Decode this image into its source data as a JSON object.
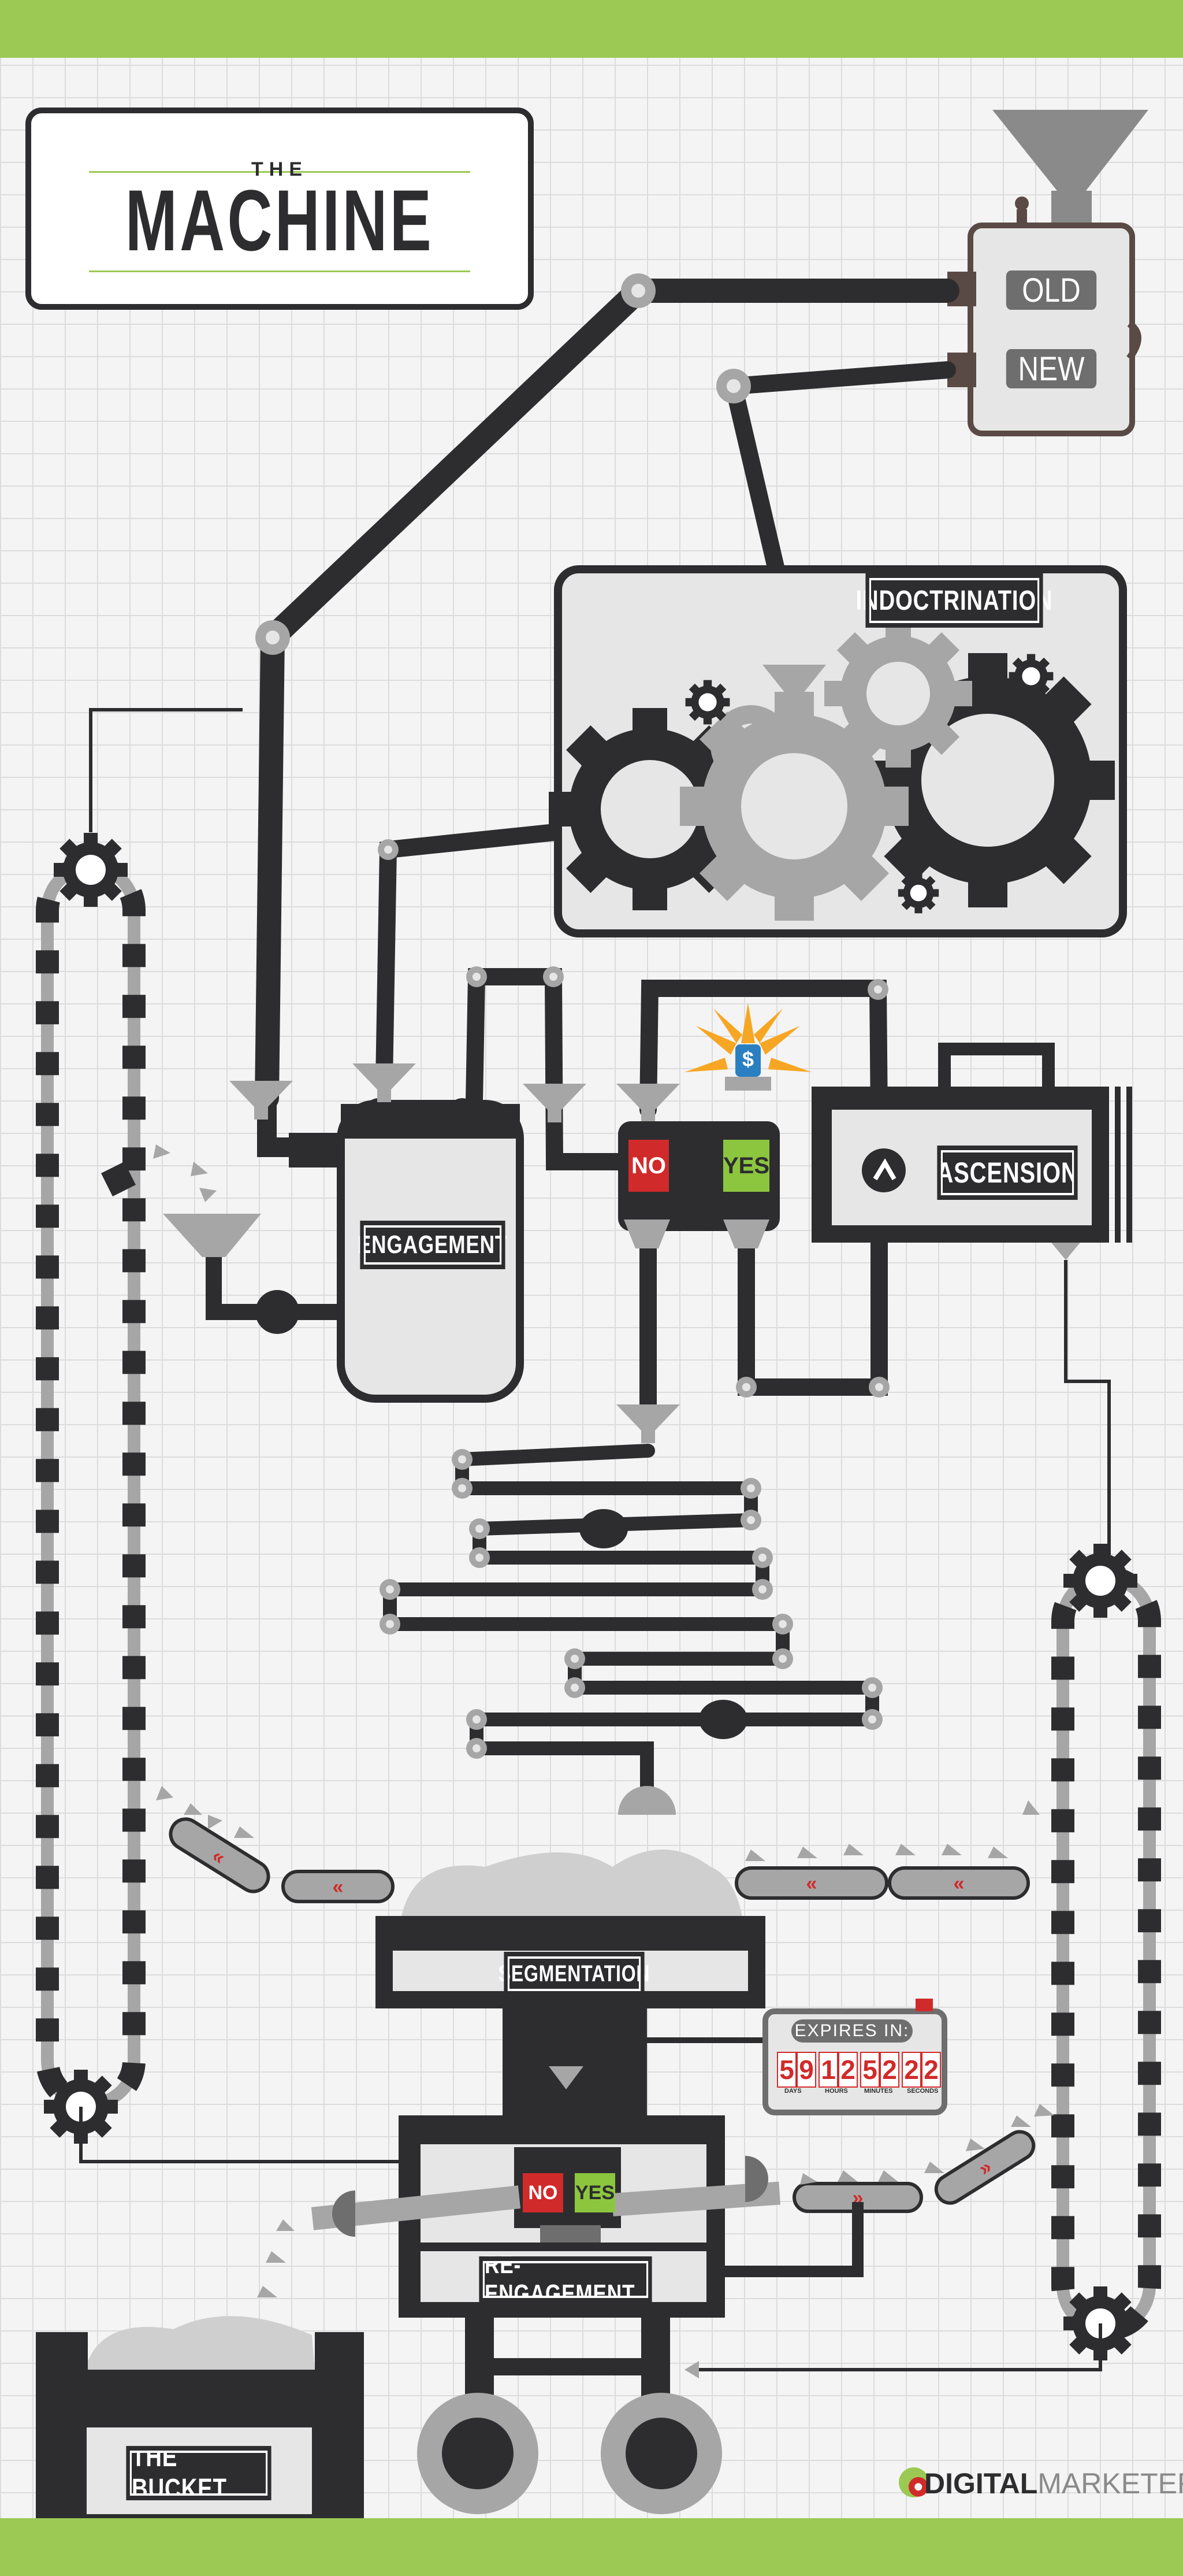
{
  "title": {
    "small": "THE",
    "main": "MACHINE"
  },
  "hopper": {
    "button_old": "OLD",
    "button_new": "NEW"
  },
  "stages": {
    "indoctrination": "INDOCTRINATION",
    "engagement": "ENGAGEMENT",
    "ascension": "ASCENSION",
    "segmentation": "SEGMENTATION",
    "re_engagement": "RE-ENGAGEMENT",
    "the_bucket": "THE BUCKET"
  },
  "decision_top": {
    "no": "NO",
    "yes": "YES",
    "alarm_icon": "dollar-siren-icon",
    "alarm_symbol": "$"
  },
  "decision_bottom": {
    "no": "NO",
    "yes": "YES"
  },
  "timer": {
    "heading": "EXPIRES IN:",
    "digits": [
      "5",
      "9",
      "1",
      "2",
      "5",
      "2",
      "2",
      "2"
    ],
    "units": [
      "DAYS",
      "HOURS",
      "MINUTES",
      "SECONDS"
    ]
  },
  "brand": {
    "bold": "DIGITAL",
    "light": "MARKETER",
    "logo_icon": "digitalmarketer-gear-logo-icon"
  },
  "colors": {
    "band": "#9bc954",
    "dark": "#2d2d2f",
    "gray": "#a6a6a6",
    "light": "#e6e6e6",
    "no_red": "#d12a2a",
    "yes_green": "#8cc63f",
    "accent_red": "#d12a2a",
    "siren_blue": "#2a7fc1",
    "hopper_brown": "#5a4a45"
  }
}
